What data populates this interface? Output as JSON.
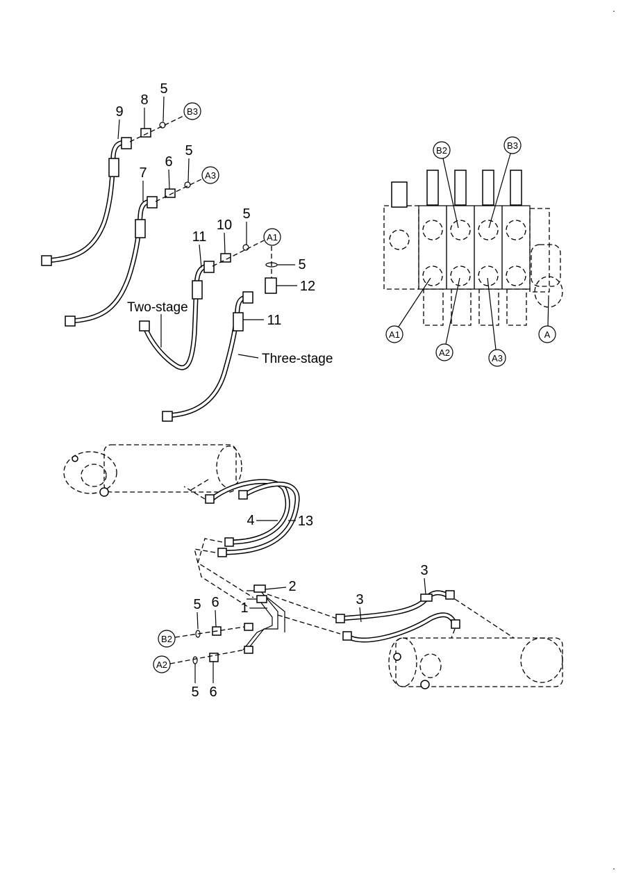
{
  "top_left_assembly": {
    "hose_9": {
      "part": "9",
      "fitting": "8",
      "oring": "5",
      "port": "B3"
    },
    "hose_7": {
      "part": "7",
      "fitting": "6",
      "oring": "5",
      "port": "A3"
    },
    "hose_11_two_stage": {
      "part": "11",
      "fitting": "10",
      "oring": "5",
      "port": "A1",
      "caption": "Two-stage"
    },
    "hose_11_three_stage": {
      "part": "11",
      "oring": "5",
      "elbow": "12",
      "caption": "Three-stage"
    }
  },
  "control_valve": {
    "ports": {
      "b2": "B2",
      "b3": "B3",
      "a1": "A1",
      "a2": "A2",
      "a3": "A3",
      "a": "A"
    }
  },
  "cylinder_assembly": {
    "hose_4": "4",
    "hose_13": "13",
    "fitting_2": "2",
    "pipe_1": "1",
    "hose_3a": "3",
    "hose_3b": "3",
    "upper": {
      "oring": "5",
      "fitting": "6",
      "port": "B2"
    },
    "lower": {
      "oring": "5",
      "fitting": "6",
      "port": "A2"
    }
  }
}
